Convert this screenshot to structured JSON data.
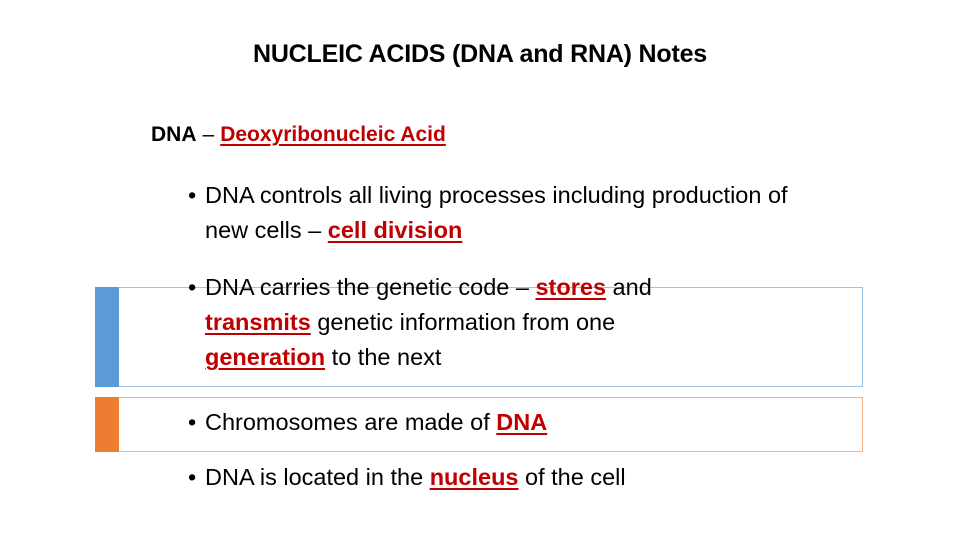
{
  "slide": {
    "title": "NUCLEIC ACIDS (DNA and RNA) Notes",
    "subheading": {
      "term": "DNA",
      "separator": "–",
      "definition": "Deoxyribonucleic Acid"
    },
    "bullet_char": "•",
    "bullets": [
      {
        "parts": [
          {
            "text": "DNA controls all living processes including production of new cells – ",
            "highlight": false
          },
          {
            "text": "cell division",
            "highlight": true
          }
        ]
      },
      {
        "parts": [
          {
            "text": "DNA carries the genetic code – ",
            "highlight": false
          },
          {
            "text": "stores",
            "highlight": true
          },
          {
            "text": " and ",
            "highlight": false
          },
          {
            "text": "transmits",
            "highlight": true
          },
          {
            "text": " genetic information from one ",
            "highlight": false
          },
          {
            "text": "generation",
            "highlight": true
          },
          {
            "text": " to the next",
            "highlight": false
          }
        ]
      },
      {
        "parts": [
          {
            "text": "Chromosomes are made of ",
            "highlight": false
          },
          {
            "text": "DNA",
            "highlight": true
          }
        ]
      },
      {
        "parts": [
          {
            "text": "DNA is located in the ",
            "highlight": false
          },
          {
            "text": "nucleus",
            "highlight": true
          },
          {
            "text": " of the cell",
            "highlight": false
          }
        ]
      }
    ],
    "colors": {
      "highlight": "#c00000",
      "blue_box_accent": "#5b9bd5",
      "blue_box_border": "#9dc3e6",
      "orange_box_accent": "#ed7d31",
      "orange_box_border": "#f4b183"
    }
  }
}
